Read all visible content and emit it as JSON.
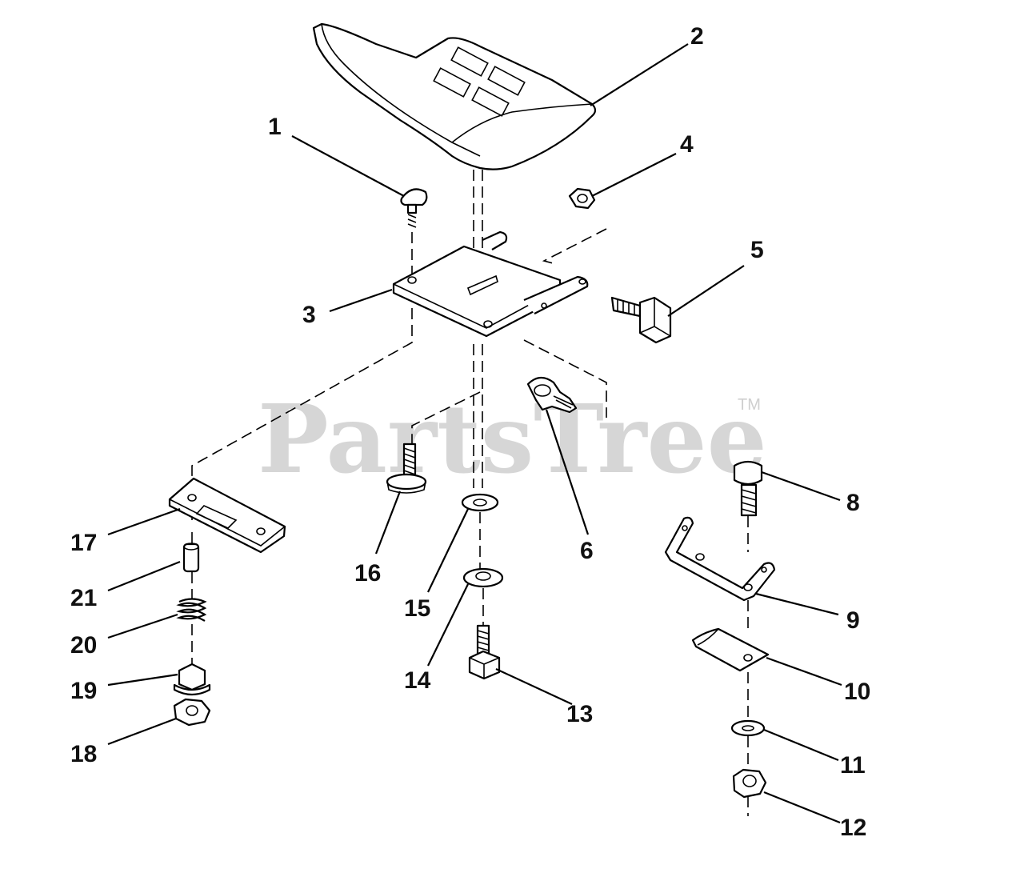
{
  "watermark": {
    "text": "PartsTree",
    "trademark": "TM"
  },
  "callouts": [
    "1",
    "2",
    "3",
    "4",
    "5",
    "6",
    "8",
    "9",
    "10",
    "11",
    "12",
    "13",
    "14",
    "15",
    "16",
    "17",
    "18",
    "19",
    "20",
    "21"
  ]
}
